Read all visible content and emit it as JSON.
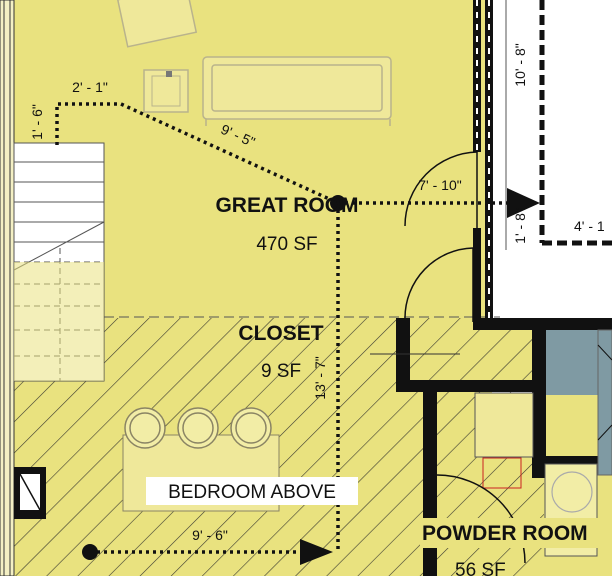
{
  "rooms": {
    "great_room": {
      "name": "GREAT ROOM",
      "area": "470 SF"
    },
    "closet": {
      "name": "CLOSET",
      "area": "9 SF"
    },
    "powder_room": {
      "name": "POWDER ROOM",
      "area": "56 SF"
    },
    "bedroom_above": {
      "label": "BEDROOM ABOVE"
    }
  },
  "dimensions": {
    "d_2_1": "2' - 1\"",
    "d_1_6": "1' - 6\"",
    "d_9_5": "9' - 5\"",
    "d_7_10": "7' - 10\"",
    "d_13_7": "13' - 7\"",
    "d_9_6": "9' - 6\"",
    "d_10_8": "10' - 8\"",
    "d_1_8": "1' - 8\"",
    "d_4_1": "4' - 1"
  },
  "colors": {
    "floor": "#e9e27f",
    "floor_light": "#f2eda6",
    "wall": "#111111",
    "blue_room": "#7f9aa3",
    "hatch": "#3a3a30",
    "path": "#111111",
    "furniture_fill": "#efe89a",
    "furniture_stroke": "#b9b38c"
  }
}
